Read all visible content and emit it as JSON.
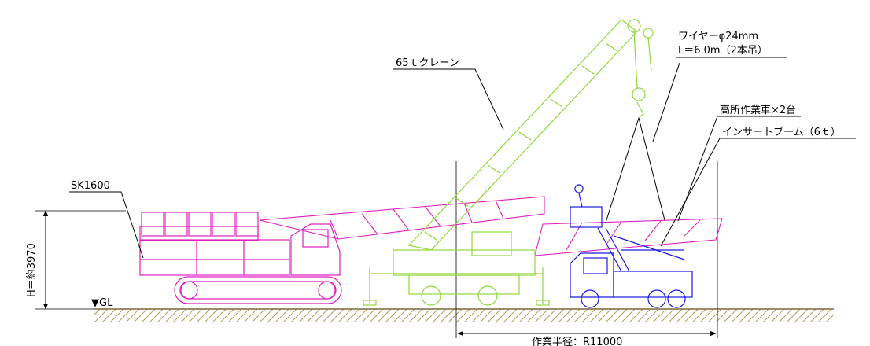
{
  "labels": {
    "sk": "SK1600",
    "crane": "65ｔクレーン",
    "wire_line1": "ワイヤーφ24mm",
    "wire_line2": "L＝6.0m（2本吊）",
    "aerial": "高所作業車×2台",
    "boom": "インサートブーム（6ｔ）",
    "height": "H＝約3970",
    "gl": "▼GL",
    "radius": "作業半径：R11000"
  },
  "colors": {
    "magenta": "#e020c0",
    "green": "#8fd83a",
    "blue": "#1a1ae0",
    "ground": "#b59a5a",
    "ink": "#000000"
  }
}
